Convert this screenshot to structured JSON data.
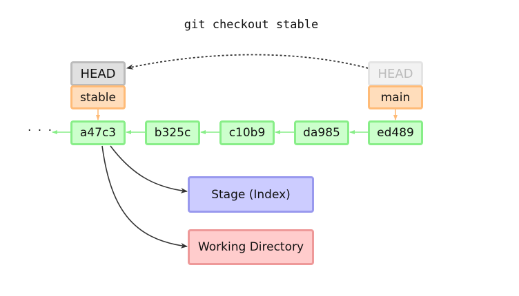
{
  "command": "git checkout stable",
  "ellipsis": "· · ·",
  "head_current": {
    "label": "HEAD"
  },
  "head_previous": {
    "label": "HEAD"
  },
  "branches": {
    "stable": "stable",
    "main": "main"
  },
  "commits": [
    "a47c3",
    "b325c",
    "c10b9",
    "da985",
    "ed489"
  ],
  "stage": "Stage (Index)",
  "working_directory": "Working Directory",
  "colors": {
    "commit_fill": "#ccffcc",
    "commit_border": "#88ee88",
    "branch_fill": "#ffddbb",
    "branch_border": "#ffbb77",
    "head_fill": "#e0e0e0",
    "head_border": "#bbbbbb",
    "stage_fill": "#ccccff",
    "stage_border": "#9999ee",
    "wd_fill": "#ffcccc",
    "wd_border": "#ee9999"
  }
}
